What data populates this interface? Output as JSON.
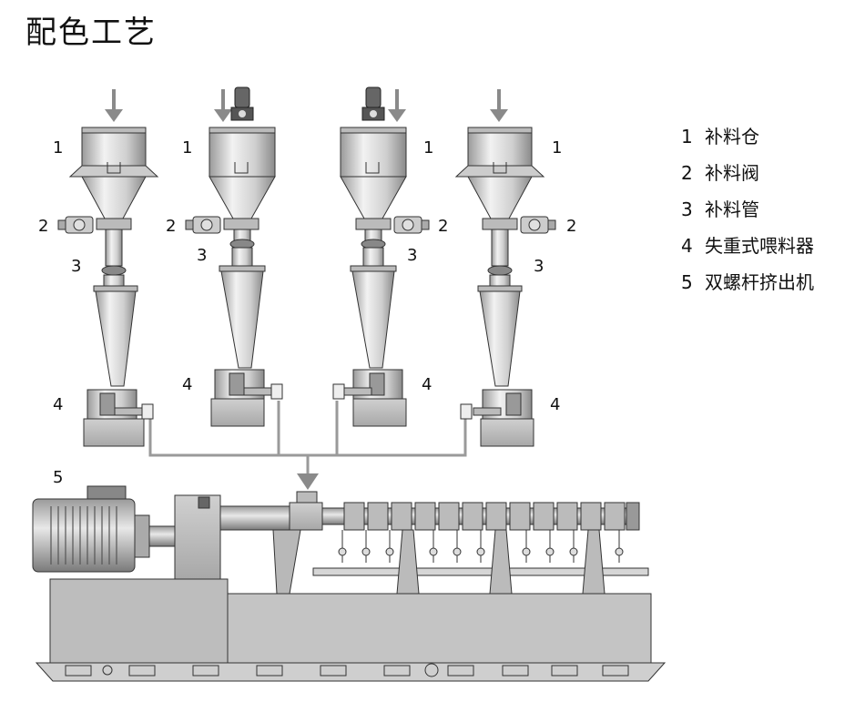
{
  "title": "配色工艺",
  "labels": {
    "hopper": "1",
    "valve": "2",
    "pipe": "3",
    "feeder": "4",
    "extruder": "5"
  },
  "legend": [
    {
      "num": "1",
      "text": "补料仓"
    },
    {
      "num": "2",
      "text": "补料阀"
    },
    {
      "num": "3",
      "text": "补料管"
    },
    {
      "num": "4",
      "text": "失重式喂料器"
    },
    {
      "num": "5",
      "text": "双螺杆挤出机"
    }
  ],
  "colors": {
    "metal_light": "#e6e6e6",
    "metal_mid": "#c4c4c4",
    "metal_dark": "#8c8c8c",
    "outline": "#333333",
    "arrow": "#8a8a8a"
  }
}
